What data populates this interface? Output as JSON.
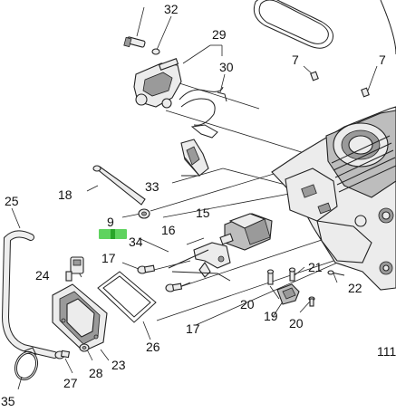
{
  "diagram": {
    "callouts": [
      {
        "id": "callout-32",
        "label": "32"
      },
      {
        "id": "callout-29",
        "label": "29"
      },
      {
        "id": "callout-30",
        "label": "30"
      },
      {
        "id": "callout-7a",
        "label": "7"
      },
      {
        "id": "callout-7b",
        "label": "7"
      },
      {
        "id": "callout-33",
        "label": "33"
      },
      {
        "id": "callout-18",
        "label": "18"
      },
      {
        "id": "callout-25",
        "label": "25"
      },
      {
        "id": "callout-9",
        "label": "9"
      },
      {
        "id": "callout-15",
        "label": "15"
      },
      {
        "id": "callout-16",
        "label": "16"
      },
      {
        "id": "callout-34",
        "label": "34"
      },
      {
        "id": "callout-17a",
        "label": "17"
      },
      {
        "id": "callout-17b",
        "label": "17"
      },
      {
        "id": "callout-24",
        "label": "24"
      },
      {
        "id": "callout-21",
        "label": "21"
      },
      {
        "id": "callout-22",
        "label": "22"
      },
      {
        "id": "callout-20a",
        "label": "20"
      },
      {
        "id": "callout-20b",
        "label": "20"
      },
      {
        "id": "callout-19",
        "label": "19"
      },
      {
        "id": "callout-26",
        "label": "26"
      },
      {
        "id": "callout-28",
        "label": "28"
      },
      {
        "id": "callout-23",
        "label": "23"
      },
      {
        "id": "callout-27",
        "label": "27"
      },
      {
        "id": "callout-35",
        "label": "35"
      },
      {
        "id": "callout-figure-code",
        "label": "111"
      }
    ],
    "highlight_color": "#5fd35f"
  }
}
